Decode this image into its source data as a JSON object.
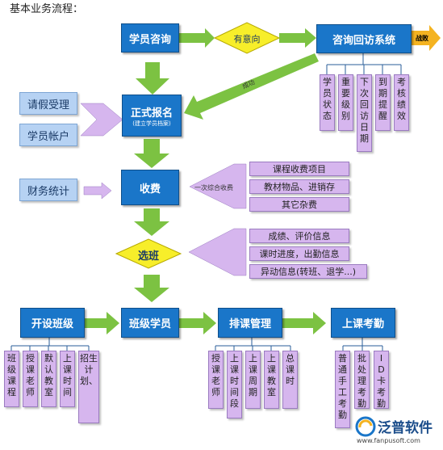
{
  "title": "基本业务流程：",
  "nodes": {
    "consult": "学员咨询",
    "intent": "有意向",
    "callback": "咨询回访系统",
    "fight": "战败",
    "enroll": "正式报名",
    "enroll_sub": "(建立学员档案)",
    "fee": "收费",
    "select": "选班",
    "open_class": "开设班级",
    "class_students": "班级学员",
    "schedule": "排课管理",
    "attendance": "上课考勤"
  },
  "arrow_labels": {
    "success": "成功",
    "once_fee": "一次综合收费"
  },
  "left_inputs": {
    "leave": "请假受理",
    "account": "学员帐户",
    "finance": "财务统计"
  },
  "callback_items": [
    "学员状态",
    "重要级别",
    "下次回访日期",
    "到期提醒",
    "考核绩效"
  ],
  "fee_items": [
    "课程收费项目",
    "教材物品、进销存",
    "其它杂费"
  ],
  "select_items": [
    "成绩、评价信息",
    "课时进度，出勤信息",
    "异动信息(转班、退学...)"
  ],
  "open_class_items": [
    "班级课程",
    "授课老师",
    "默认教室",
    "上课时间",
    "招生计划、"
  ],
  "schedule_items": [
    "授课老师",
    "上课时间段",
    "上课周期",
    "上课教室",
    "总课时"
  ],
  "attendance_items": [
    "普通手工考勤",
    "批处理考勤",
    "ID卡考勤"
  ],
  "logo": {
    "brand": "泛普软件",
    "url": "www.fanpusoft.com"
  },
  "colors": {
    "blue": "#1a76c9",
    "green": "#7cc242",
    "yellow": "#f7ee2a",
    "purple": "#d6b6ee",
    "lightblue": "#b6d2f3"
  }
}
